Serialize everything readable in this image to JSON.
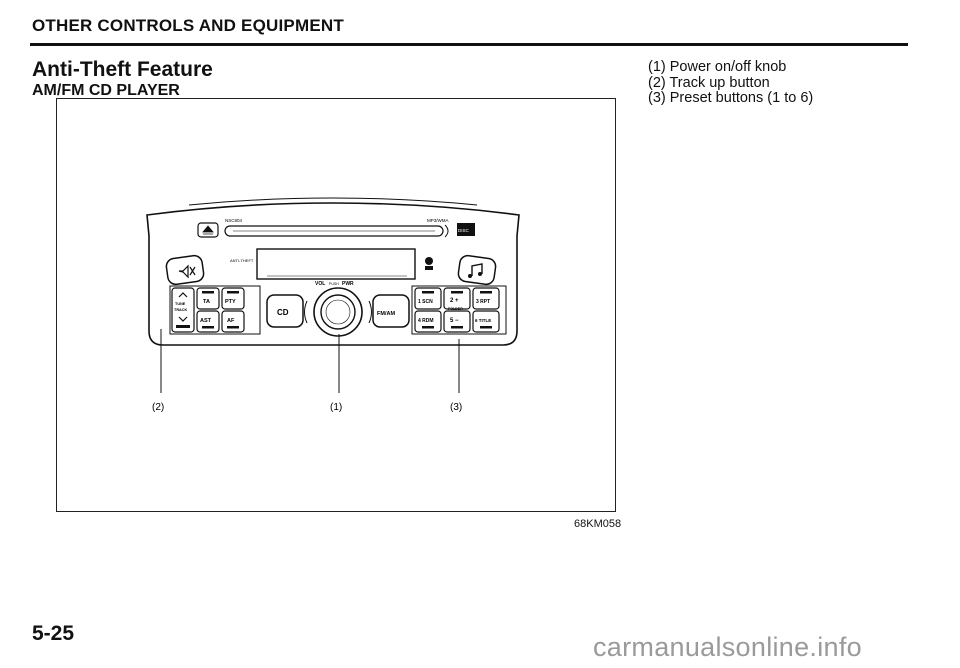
{
  "header": {
    "title": "OTHER CONTROLS AND EQUIPMENT"
  },
  "section": {
    "title": "Anti-Theft Feature",
    "subtitle": "AM/FM CD PLAYER"
  },
  "legend": [
    "(1) Power on/off knob",
    "(2) Track up button",
    "(3) Preset buttons (1 to 6)"
  ],
  "figure": {
    "code": "68KM058",
    "callouts": [
      "(2)",
      "(1)",
      "(3)"
    ],
    "panel": {
      "top_left_label": "NSC804",
      "top_right_label": "MP3/WMA",
      "disc_icon_label": "DISC",
      "antitheft_label": "ANTI-THEFT",
      "vol_label": "VOL",
      "push_label": "PUSH",
      "pwr_label": "PWR",
      "btn_ta": "TA",
      "btn_pty": "PTY",
      "btn_ast": "AST",
      "btn_af": "AF",
      "btn_cd": "CD",
      "btn_fmam": "FM/AM",
      "btn_tune": "TUNE",
      "btn_track": "TRACK",
      "btn_1": "1 SCN",
      "btn_2": "2 +",
      "btn_3": "3 RPT",
      "btn_4": "4 RDM",
      "btn_5": "5 −",
      "btn_6": "6 TITLE",
      "folder_label": "FOLDER"
    }
  },
  "page": {
    "number": "5-25"
  },
  "watermark": {
    "text": "carmanualsonline.info"
  }
}
